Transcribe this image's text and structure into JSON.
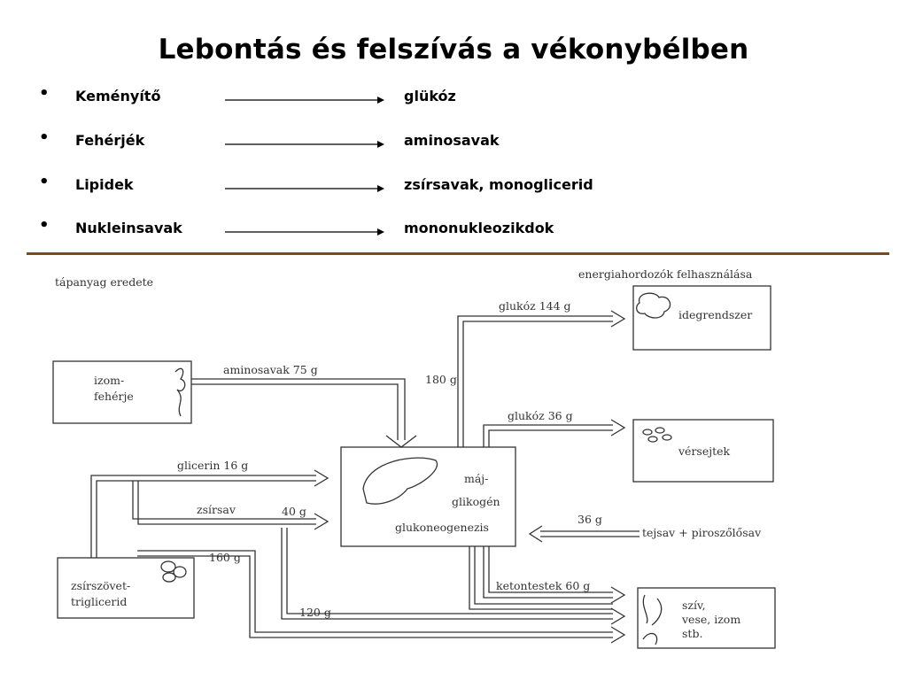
{
  "title": "Lebontás és felszívás a vékonybélben",
  "conversions": [
    {
      "bullet": "•",
      "source": "Keményítő",
      "product": "glükóz"
    },
    {
      "bullet": "•",
      "source": "Fehérjék",
      "product": "aminosavak"
    },
    {
      "bullet": "•",
      "source": "Lipidek",
      "product": "zsírsavak, monoglicerid"
    },
    {
      "bullet": "•",
      "source": "Nukleinsavak",
      "product": "mononukleozikdok"
    }
  ],
  "diagram": {
    "left_heading": "tápanyag eredete",
    "right_heading": "energiahordozók felhasználása",
    "boxes": {
      "muscle_line1": "izom-",
      "muscle_line2": "fehérje",
      "fat_line1": "zsírszövet-",
      "fat_line2": "triglicerid",
      "liver_line1": "máj-",
      "liver_line2": "glikogén",
      "liver_line3": "glukoneogenezis",
      "nerve": "idegrendszer",
      "blood": "vérsejtek",
      "heart_line1": "szív,",
      "heart_line2": "vese, izom",
      "heart_line3": "stb."
    },
    "labels": {
      "aminoacids": "aminosavak  75 g",
      "glycerin": "glicerin  16 g",
      "fattyacid": "zsírsav",
      "fattyacid_amount": "40 g",
      "fat_160": "160 g",
      "fat_120": "120 g",
      "total_180": "180 g",
      "glucose_144": "glukóz  144 g",
      "glucose_36": "glukóz  36 g",
      "lactate_amount": "36 g",
      "lactate": "tejsav + piroszőlősav",
      "ketones": "ketontestek  60 g"
    }
  }
}
